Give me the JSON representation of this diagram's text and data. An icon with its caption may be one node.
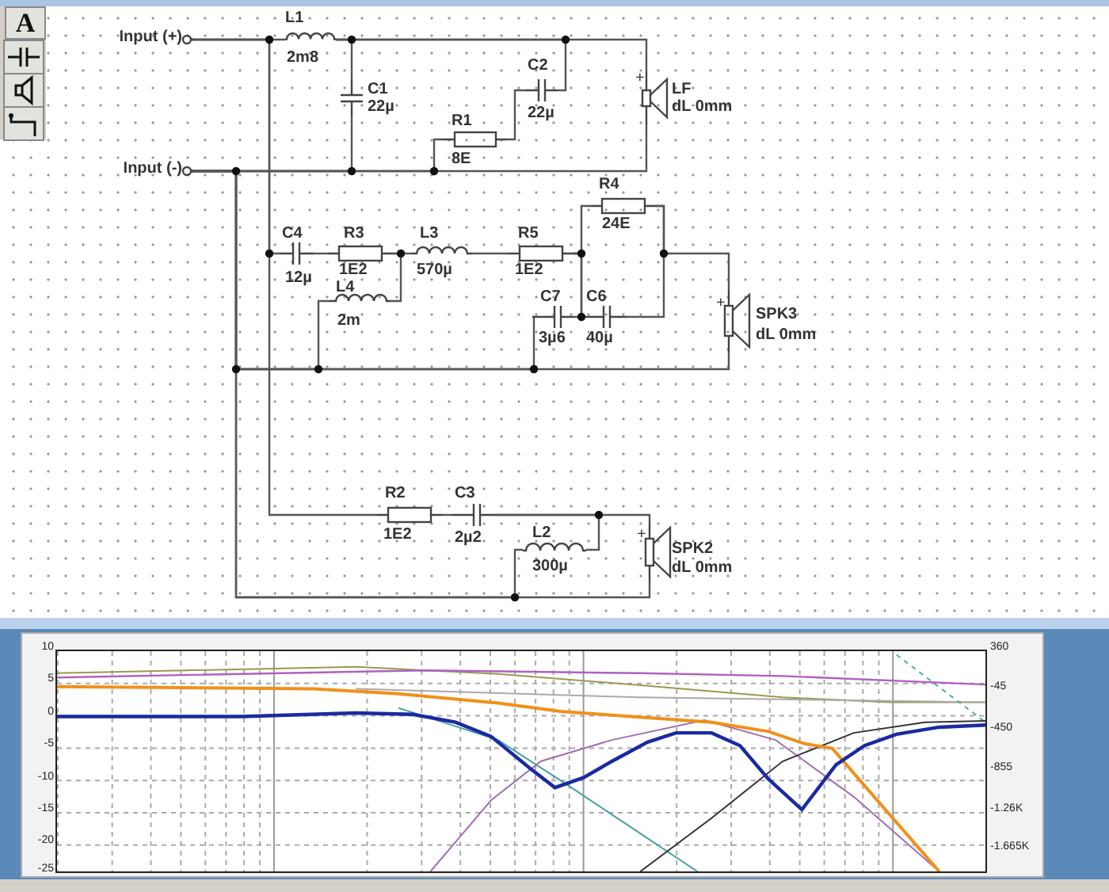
{
  "diagram": {
    "nodes": [
      {
        "text": [
          "Input (+)"
        ]
      },
      {
        "text": [
          "Input (-)"
        ]
      },
      {
        "text": [
          "L1",
          "2m8"
        ]
      },
      {
        "text": [
          "C1",
          "22µ"
        ]
      },
      {
        "text": [
          "C2",
          "22µ"
        ]
      },
      {
        "text": [
          "R1",
          "8E"
        ]
      },
      {
        "text": [
          "LF",
          "dL 0mm"
        ]
      },
      {
        "text": [
          "C4",
          "12µ"
        ]
      },
      {
        "text": [
          "R3",
          "1E2"
        ]
      },
      {
        "text": [
          "L3",
          "570µ"
        ]
      },
      {
        "text": [
          "R5",
          "1E2"
        ]
      },
      {
        "text": [
          "R4",
          "24E"
        ]
      },
      {
        "text": [
          "L4",
          "2m"
        ]
      },
      {
        "text": [
          "C7",
          "3µ6"
        ]
      },
      {
        "text": [
          "C6",
          "40µ"
        ]
      },
      {
        "text": [
          "SPK3",
          "dL 0mm"
        ]
      },
      {
        "text": [
          "R2",
          "1E2"
        ]
      },
      {
        "text": [
          "C3",
          "2µ2"
        ]
      },
      {
        "text": [
          "L2",
          "300µ"
        ]
      },
      {
        "text": [
          "SPK2",
          "dL 0mm"
        ]
      }
    ],
    "edges": [
      {
        "from": 0,
        "to": 2,
        "arrow": "none"
      },
      {
        "from": 0,
        "to": 7,
        "arrow": "none"
      },
      {
        "from": 0,
        "to": 16,
        "arrow": "none"
      },
      {
        "from": 2,
        "to": 3,
        "arrow": "none"
      },
      {
        "from": 2,
        "to": 4,
        "arrow": "none"
      },
      {
        "from": 2,
        "to": 6,
        "arrow": "none"
      },
      {
        "from": 4,
        "to": 5,
        "arrow": "none"
      },
      {
        "from": 1,
        "to": 3,
        "arrow": "none"
      },
      {
        "from": 1,
        "to": 5,
        "arrow": "none"
      },
      {
        "from": 1,
        "to": 6,
        "arrow": "none"
      },
      {
        "from": 1,
        "to": 12,
        "arrow": "none"
      },
      {
        "from": 1,
        "to": 13,
        "arrow": "none"
      },
      {
        "from": 1,
        "to": 15,
        "arrow": "none"
      },
      {
        "from": 1,
        "to": 18,
        "arrow": "none"
      },
      {
        "from": 1,
        "to": 19,
        "arrow": "none"
      },
      {
        "from": 7,
        "to": 8,
        "arrow": "none"
      },
      {
        "from": 8,
        "to": 9,
        "arrow": "none"
      },
      {
        "from": 8,
        "to": 12,
        "arrow": "none"
      },
      {
        "from": 9,
        "to": 10,
        "arrow": "none"
      },
      {
        "from": 10,
        "to": 11,
        "arrow": "none"
      },
      {
        "from": 10,
        "to": 13,
        "arrow": "none"
      },
      {
        "from": 10,
        "to": 14,
        "arrow": "none"
      },
      {
        "from": 11,
        "to": 14,
        "arrow": "none"
      },
      {
        "from": 11,
        "to": 15,
        "arrow": "none"
      },
      {
        "from": 16,
        "to": 17,
        "arrow": "none"
      },
      {
        "from": 17,
        "to": 18,
        "arrow": "none"
      },
      {
        "from": 17,
        "to": 19,
        "arrow": "none"
      }
    ],
    "labels": [
      "A",
      "+",
      "+",
      "+",
      "10",
      "5",
      "0",
      "-5",
      "-10",
      "-15",
      "-20",
      "-25",
      "360",
      "-45",
      "-450",
      "-855",
      "-1.26K",
      "-1.665K"
    ]
  }
}
